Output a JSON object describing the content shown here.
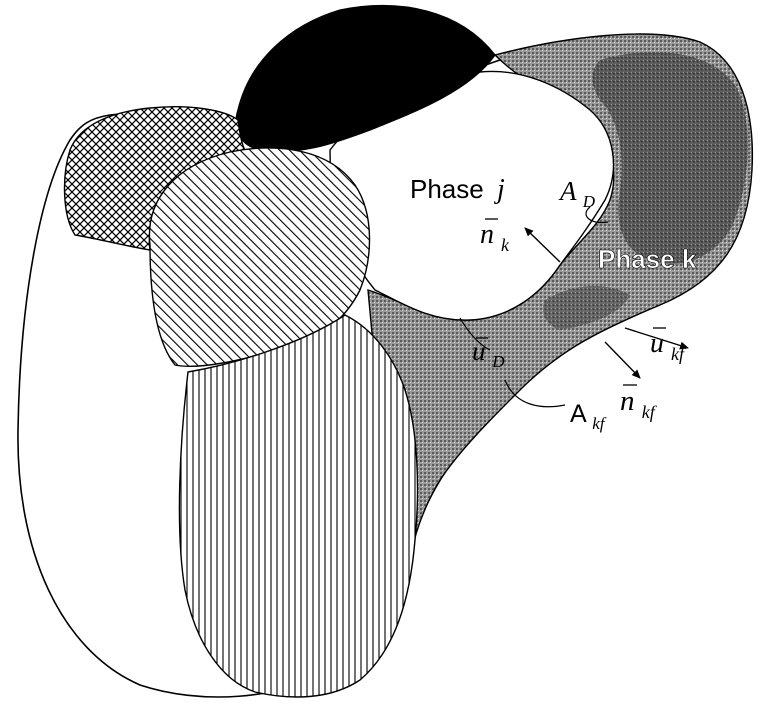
{
  "labels": {
    "phase_j": "Phase",
    "phase_j_symbol": "j",
    "phase_k": "Phase k",
    "a_d": "A",
    "a_d_sub": "D",
    "a_kf": "A",
    "a_kf_sub": "kf",
    "n_k": "n",
    "n_k_sub": "k",
    "u_d": "u",
    "u_d_sub": "D",
    "u_kf": "u",
    "u_kf_sub": "kf",
    "n_kf": "n",
    "n_kf_sub": "kf"
  },
  "colors": {
    "stroke": "#000000",
    "phase_k_fill": "#8a8a8a",
    "phase_k_dark": "#3c3c3c",
    "solid_black": "#000000",
    "background": "#ffffff"
  }
}
